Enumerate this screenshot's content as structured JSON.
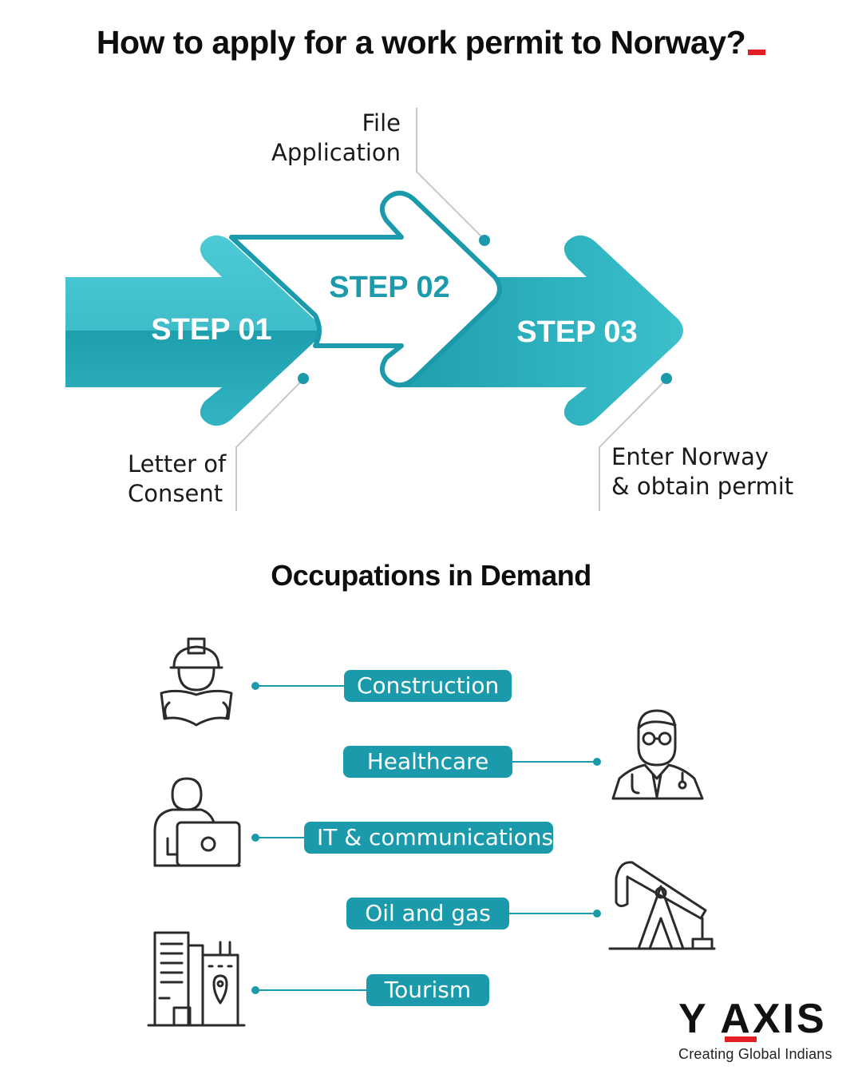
{
  "title": "How to apply for a work permit to Norway?",
  "steps": [
    {
      "label": "STEP 01",
      "description_line1": "Letter of",
      "description_line2": "Consent"
    },
    {
      "label": "STEP 02",
      "description_line1": "File",
      "description_line2": "Application"
    },
    {
      "label": "STEP 03",
      "description_line1": "Enter Norway",
      "description_line2": "& obtain permit"
    }
  ],
  "occupations_title": "Occupations in Demand",
  "occupations": [
    {
      "label": "Construction",
      "icon": "construction-worker-icon"
    },
    {
      "label": "Healthcare",
      "icon": "doctor-icon"
    },
    {
      "label": "IT & communications",
      "icon": "laptop-user-icon"
    },
    {
      "label": "Oil and gas",
      "icon": "oil-pump-icon"
    },
    {
      "label": "Tourism",
      "icon": "city-location-icon"
    }
  ],
  "brand": {
    "logo_text": "Y AXIS",
    "tagline": "Creating Global Indians"
  },
  "colors": {
    "teal": "#1a9aaa",
    "teal_light": "#47c7d3",
    "accent_red": "#e31e24"
  }
}
